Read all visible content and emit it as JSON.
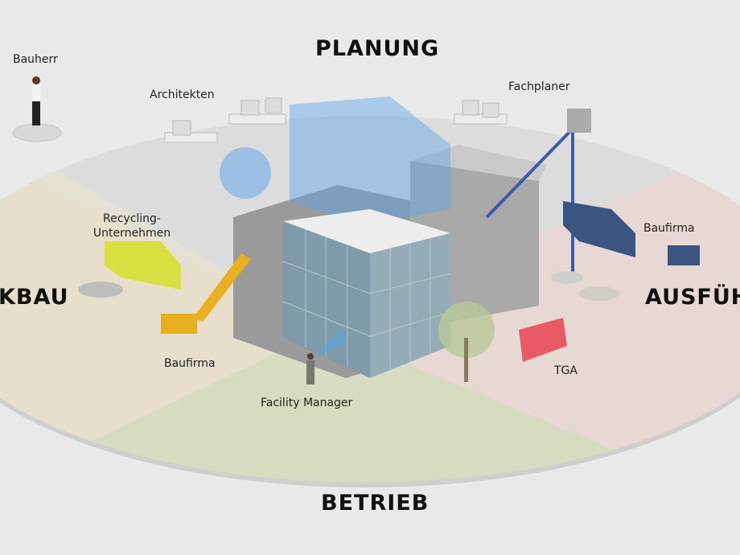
{
  "phases": {
    "top": "PLANUNG",
    "bottom": "BETRIEB",
    "left": "KBAU",
    "right": "AUSFÜH"
  },
  "actors": {
    "bauherr": "Bauherr",
    "architekten": "Architekten",
    "fachplaner": "Fachplaner",
    "recycling_line1": "Recycling-",
    "recycling_line2": "Unternehmen",
    "baufirma_left": "Baufirma",
    "baufirma_right": "Baufirma",
    "facility_manager": "Facility Manager",
    "tga": "TGA"
  },
  "colors": {
    "planung": "#dcdcdc",
    "ausfuehrung": "#e7d8d4",
    "betrieb": "#d6dcc0",
    "rueckbau": "#e2dbcf",
    "bim_blue": "#5aa6e8"
  }
}
